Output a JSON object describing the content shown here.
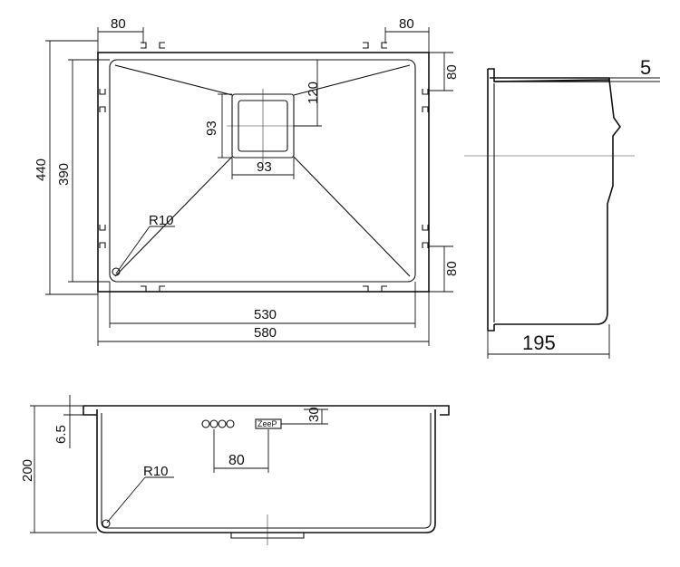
{
  "top_view": {
    "dim_left_clip_width": "80",
    "dim_right_clip_width": "80",
    "dim_top_right_clip": "80",
    "dim_bottom_right_clip": "80",
    "dim_outer_height": "440",
    "dim_inner_height": "390",
    "dim_drain_width": "93",
    "dim_drain_height": "93",
    "dim_drain_offset": "120",
    "dim_corner_radius": "R10",
    "dim_inner_width": "530",
    "dim_outer_width": "580"
  },
  "side_view": {
    "dim_rim_thickness": "5",
    "dim_depth": "195"
  },
  "front_view": {
    "dim_rim_height": "6.5",
    "dim_total_height": "200",
    "dim_hole_spacing": "80",
    "dim_hole_height": "30",
    "dim_corner_radius": "R10"
  }
}
